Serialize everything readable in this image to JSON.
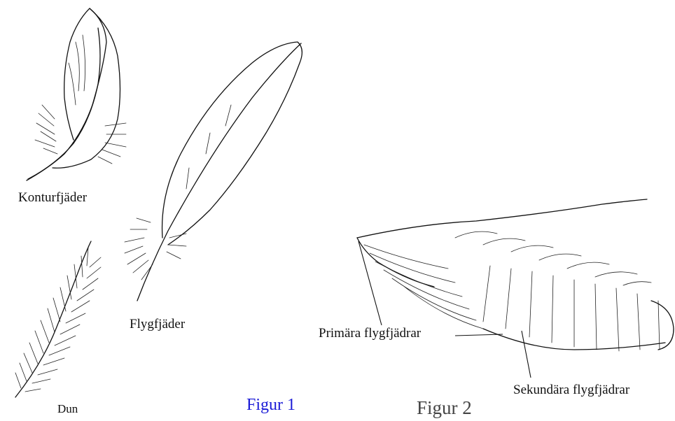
{
  "labels": {
    "contour": "Konturfjäder",
    "down": "Dun",
    "flight": "Flygfjäder",
    "primary": "Primära flygfjädrar",
    "secondary": "Sekundära flygfjädrar"
  },
  "figures": {
    "fig1": "Figur 1",
    "fig2": "Figur 2"
  }
}
